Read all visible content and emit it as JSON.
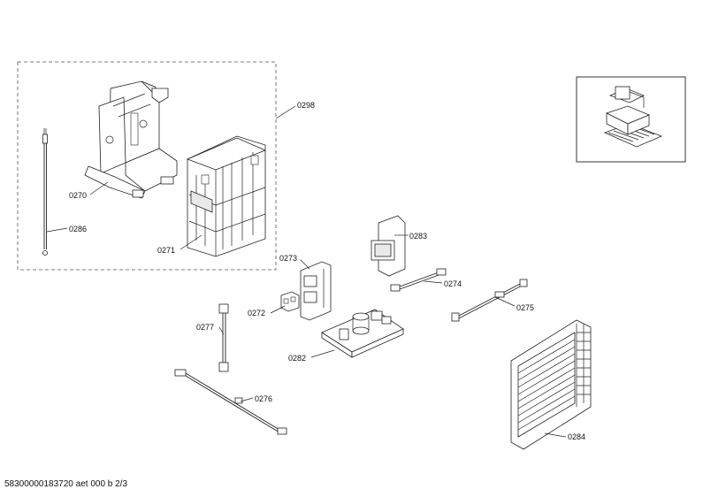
{
  "document": {
    "footer": "58300000183720 aet 000 b 2/3"
  },
  "callouts": [
    {
      "id": "0298",
      "label": "0298"
    },
    {
      "id": "0270",
      "label": "0270"
    },
    {
      "id": "0286",
      "label": "0286"
    },
    {
      "id": "0271",
      "label": "0271"
    },
    {
      "id": "0273",
      "label": "0273"
    },
    {
      "id": "0272",
      "label": "0272"
    },
    {
      "id": "0283",
      "label": "0283"
    },
    {
      "id": "0274",
      "label": "0274"
    },
    {
      "id": "0275",
      "label": "0275"
    },
    {
      "id": "0277",
      "label": "0277"
    },
    {
      "id": "0282",
      "label": "0282"
    },
    {
      "id": "0276",
      "label": "0276"
    },
    {
      "id": "0284",
      "label": "0284"
    }
  ]
}
